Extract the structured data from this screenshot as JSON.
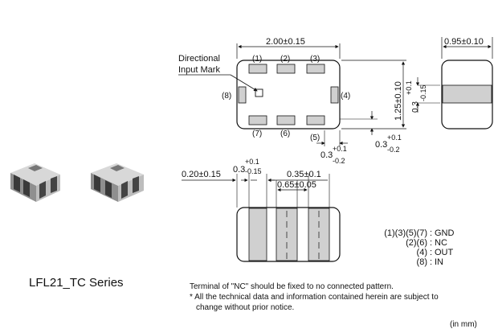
{
  "product": {
    "series_name": "LFL21_TC Series"
  },
  "dimensions": {
    "length": "2.00±0.15",
    "width_side": "0.95±0.10",
    "height": "1.25±0.10",
    "side_band_main": "0.3",
    "side_band_tol_plus": "+0.1",
    "side_band_tol_minus": "-0.15",
    "terminal_offset_main": "0.3",
    "terminal_offset_tol_plus": "+0.1",
    "terminal_offset_tol_minus": "-0.2",
    "bottom_left": "0.20±0.15",
    "bottom_pitch": "0.35±0.1",
    "bottom_span": "0.65±0.05"
  },
  "labels": {
    "directional_line1": "Directional",
    "directional_line2": "Input Mark",
    "pin1": "(1)",
    "pin2": "(2)",
    "pin3": "(3)",
    "pin4": "(4)",
    "pin5": "(5)",
    "pin6": "(6)",
    "pin7": "(7)",
    "pin8": "(8)"
  },
  "pin_legend": [
    {
      "pins": "(1)(3)(5)(7)",
      "function": "GND"
    },
    {
      "pins": "(2)(6)",
      "function": "NC"
    },
    {
      "pins": "(4)",
      "function": "OUT"
    },
    {
      "pins": "(8)",
      "function": "IN"
    }
  ],
  "notes": {
    "nc_note": "Terminal of \"NC\" should be fixed to no connected pattern.",
    "disclaimer_line1": "* All the technical data and information contained herein are subject to",
    "disclaimer_line2": "change without prior notice.",
    "unit": "(in mm)"
  }
}
